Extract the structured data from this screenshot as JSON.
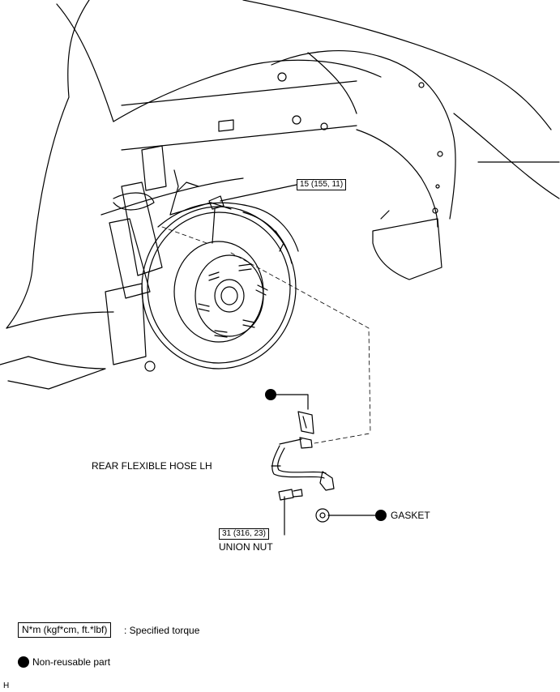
{
  "torque_specs": {
    "upper": "15 (155, 11)",
    "lower": "31 (316, 23)"
  },
  "labels": {
    "hose": "REAR FLEXIBLE HOSE LH",
    "union_nut": "UNION NUT",
    "gasket": "GASKET"
  },
  "legend": {
    "torque_box": "N*m (kgf*cm, ft.*lbf)",
    "torque_desc": ": Specified torque",
    "nonreusable": "Non-reusable part"
  },
  "corner_mark": "H"
}
